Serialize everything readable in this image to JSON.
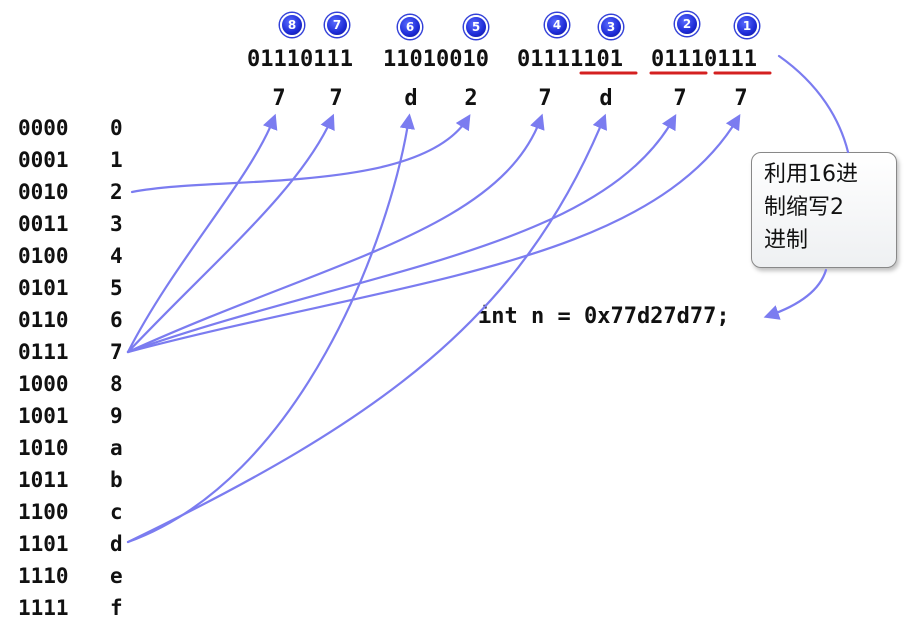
{
  "table": [
    {
      "bin": "0000",
      "hex": "0"
    },
    {
      "bin": "0001",
      "hex": "1"
    },
    {
      "bin": "0010",
      "hex": "2"
    },
    {
      "bin": "0011",
      "hex": "3"
    },
    {
      "bin": "0100",
      "hex": "4"
    },
    {
      "bin": "0101",
      "hex": "5"
    },
    {
      "bin": "0110",
      "hex": "6"
    },
    {
      "bin": "0111",
      "hex": "7"
    },
    {
      "bin": "1000",
      "hex": "8"
    },
    {
      "bin": "1001",
      "hex": "9"
    },
    {
      "bin": "1010",
      "hex": "a"
    },
    {
      "bin": "1011",
      "hex": "b"
    },
    {
      "bin": "1100",
      "hex": "c"
    },
    {
      "bin": "1101",
      "hex": "d"
    },
    {
      "bin": "1110",
      "hex": "e"
    },
    {
      "bin": "1111",
      "hex": "f"
    }
  ],
  "bytes": [
    "01110111",
    "11010010",
    "01111101",
    "01110111"
  ],
  "hex_digits": [
    "7",
    "7",
    "d",
    "2",
    "7",
    "d",
    "7",
    "7"
  ],
  "badges": [
    "8",
    "7",
    "6",
    "5",
    "4",
    "3",
    "2",
    "1"
  ],
  "code": "int n = 0x77d27d77;",
  "callout": {
    "line1": "利用16进",
    "line2": "制缩写2",
    "line3": "进制"
  },
  "colors": {
    "arrow": "#7b7cf0",
    "underline": "#d42020",
    "badge": "#1d2bd6"
  }
}
